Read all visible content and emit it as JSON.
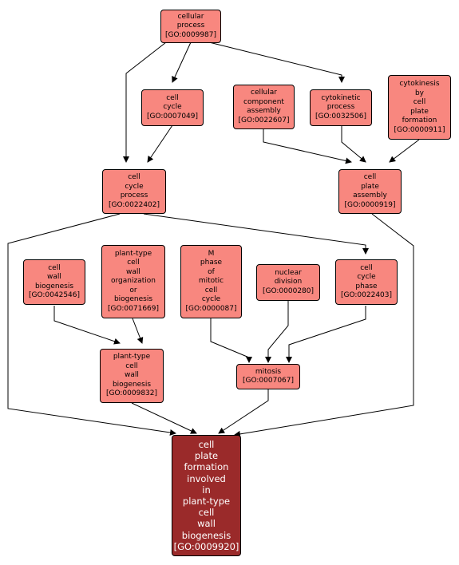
{
  "nodes": [
    {
      "id": "n1",
      "lines": [
        "cellular",
        "process",
        "[GO:0009987]"
      ]
    },
    {
      "id": "n2",
      "lines": [
        "cell",
        "cycle",
        "[GO:0007049]"
      ]
    },
    {
      "id": "n3",
      "lines": [
        "cellular",
        "component",
        "assembly",
        "[GO:0022607]"
      ]
    },
    {
      "id": "n4",
      "lines": [
        "cytokinetic",
        "process",
        "[GO:0032506]"
      ]
    },
    {
      "id": "n5",
      "lines": [
        "cytokinesis",
        "by",
        "cell",
        "plate",
        "formation",
        "[GO:0000911]"
      ]
    },
    {
      "id": "n6",
      "lines": [
        "cell",
        "cycle",
        "process",
        "[GO:0022402]"
      ]
    },
    {
      "id": "n7",
      "lines": [
        "cell",
        "plate",
        "assembly",
        "[GO:0000919]"
      ]
    },
    {
      "id": "n8",
      "lines": [
        "cell",
        "wall",
        "biogenesis",
        "[GO:0042546]"
      ]
    },
    {
      "id": "n9",
      "lines": [
        "plant-type",
        "cell",
        "wall",
        "organization",
        "or",
        "biogenesis",
        "[GO:0071669]"
      ]
    },
    {
      "id": "n10",
      "lines": [
        "M",
        "phase",
        "of",
        "mitotic",
        "cell",
        "cycle",
        "[GO:0000087]"
      ]
    },
    {
      "id": "n11",
      "lines": [
        "nuclear",
        "division",
        "[GO:0000280]"
      ]
    },
    {
      "id": "n12",
      "lines": [
        "cell",
        "cycle",
        "phase",
        "[GO:0022403]"
      ]
    },
    {
      "id": "n13",
      "lines": [
        "plant-type",
        "cell",
        "wall",
        "biogenesis",
        "[GO:0009832]"
      ]
    },
    {
      "id": "n14",
      "lines": [
        "mitosis",
        "[GO:0007067]"
      ]
    },
    {
      "id": "n15",
      "lines": [
        "cell",
        "plate",
        "formation",
        "involved",
        "in",
        "plant-type",
        "cell",
        "wall",
        "biogenesis",
        "[GO:0009920]"
      ]
    }
  ],
  "colors": {
    "node_fill": "#f8877f",
    "target_fill": "#9a2a2a",
    "edge": "#000000",
    "target_text": "#ffffff"
  }
}
